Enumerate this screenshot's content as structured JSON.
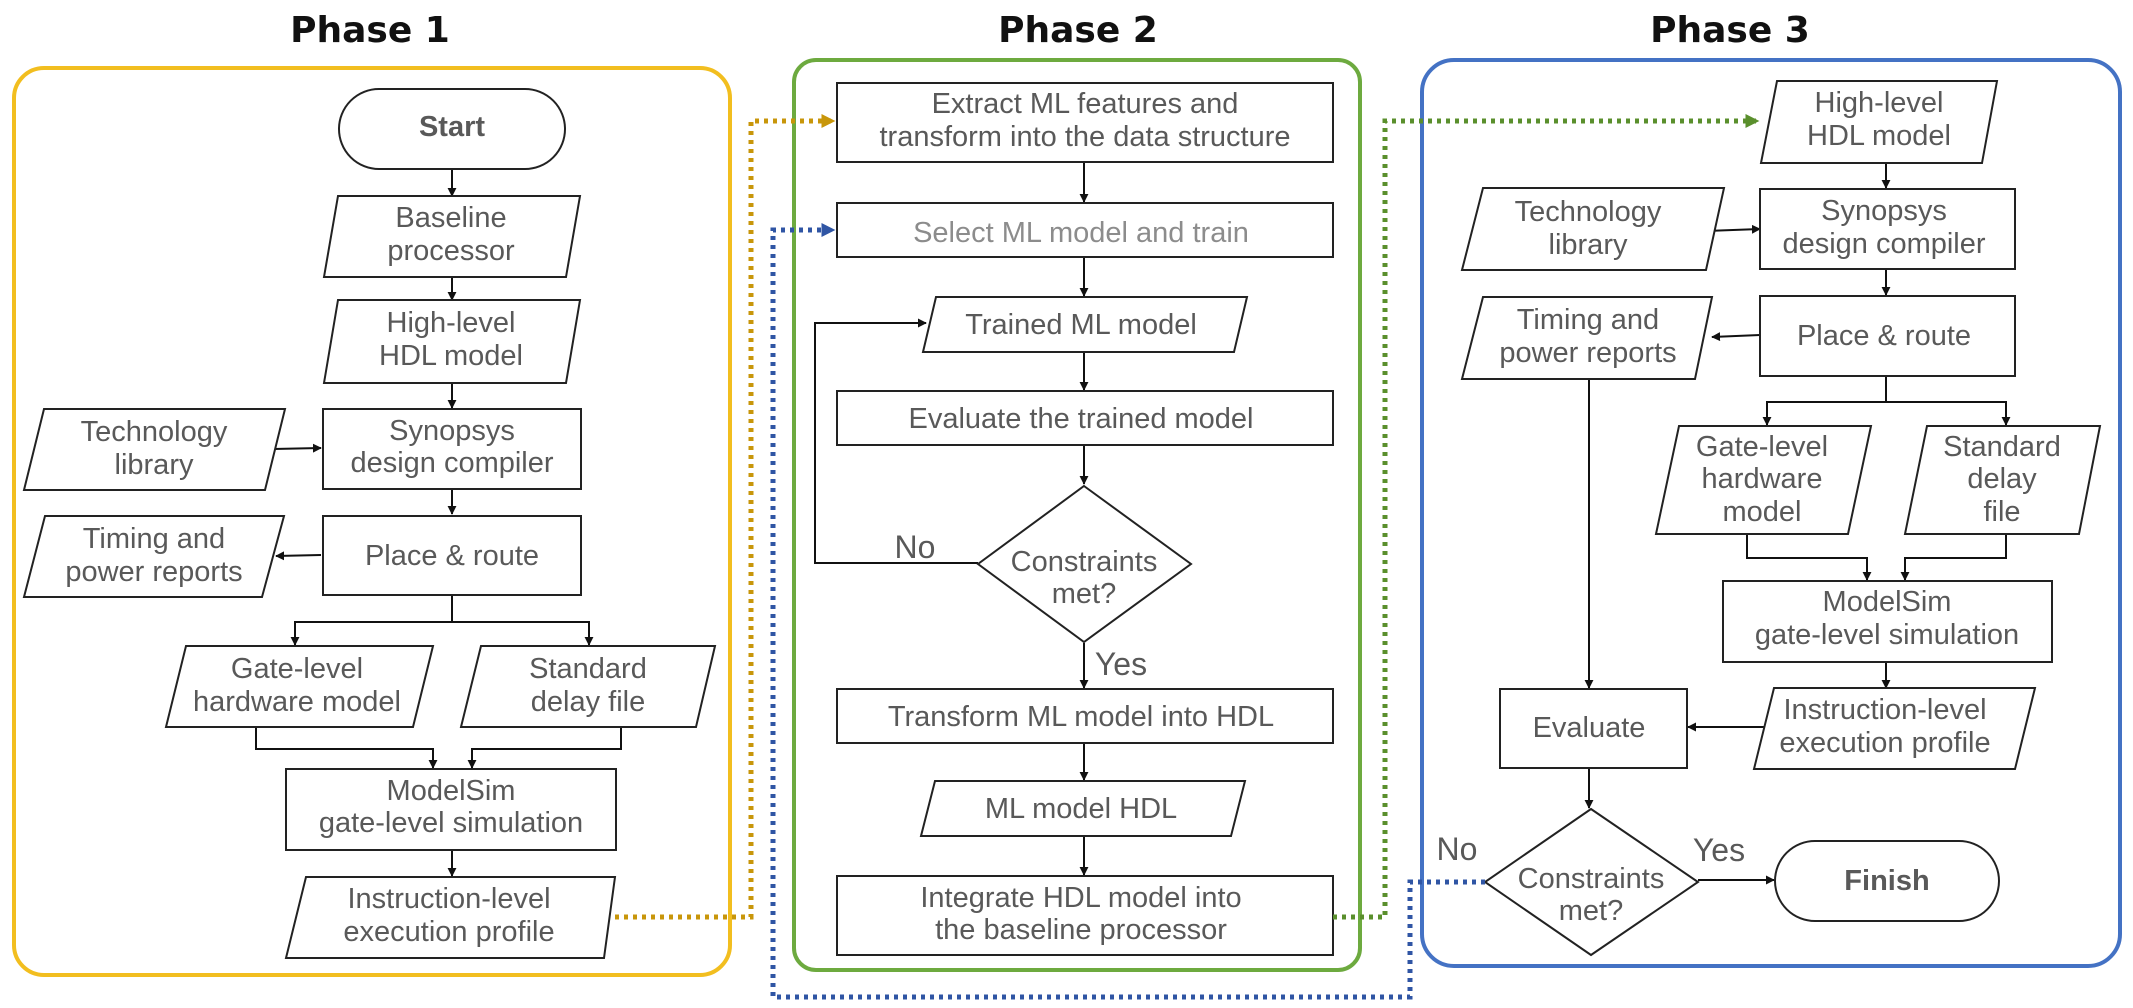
{
  "colors": {
    "phase1_border": "#F2BE1F",
    "phase2_border": "#6DAA3F",
    "phase3_border": "#4472C4",
    "dot_orange": "#C8960A",
    "dot_blue": "#2F55A4",
    "dot_green": "#5A8F2C",
    "text": "#595959",
    "line": "#111111"
  },
  "phases": [
    {
      "title": "Phase 1"
    },
    {
      "title": "Phase 2"
    },
    {
      "title": "Phase 3"
    }
  ],
  "phase1": {
    "start": "Start",
    "baseline": [
      "Baseline",
      "processor"
    ],
    "hdl": [
      "High-level",
      "HDL model"
    ],
    "dc": [
      "Synopsys",
      "design compiler"
    ],
    "tech": [
      "Technology",
      "library"
    ],
    "pr": "Place & route",
    "timing": [
      "Timing and",
      "power reports"
    ],
    "gate": [
      "Gate-level",
      "hardware model"
    ],
    "sdf": [
      "Standard",
      "delay file"
    ],
    "modelsim": [
      "ModelSim",
      "gate-level simulation"
    ],
    "profile": [
      "Instruction-level",
      "execution profile"
    ]
  },
  "phase2": {
    "extract": [
      "Extract ML features and",
      "transform into the data structure"
    ],
    "select": "Select ML model and train",
    "trained": "Trained ML model",
    "evaluate": "Evaluate the trained model",
    "decision": [
      "Constraints",
      "met?"
    ],
    "no": "No",
    "yes": "Yes",
    "transform": "Transform ML model into HDL",
    "mlhdl": "ML model HDL",
    "integrate": [
      "Integrate HDL model into",
      "the baseline processor"
    ]
  },
  "phase3": {
    "hdl": [
      "High-level",
      "HDL model"
    ],
    "tech": [
      "Technology",
      "library"
    ],
    "dc": [
      "Synopsys",
      "design compiler"
    ],
    "timing": [
      "Timing and",
      "power reports"
    ],
    "pr": "Place & route",
    "gate": [
      "Gate-level",
      "hardware",
      "model"
    ],
    "sdf": [
      "Standard",
      "delay",
      "file"
    ],
    "modelsim": [
      "ModelSim",
      "gate-level simulation"
    ],
    "profile": [
      "Instruction-level",
      "execution profile"
    ],
    "evaluate": "Evaluate",
    "decision": [
      "Constraints",
      "met?"
    ],
    "no": "No",
    "yes": "Yes",
    "finish": "Finish"
  }
}
